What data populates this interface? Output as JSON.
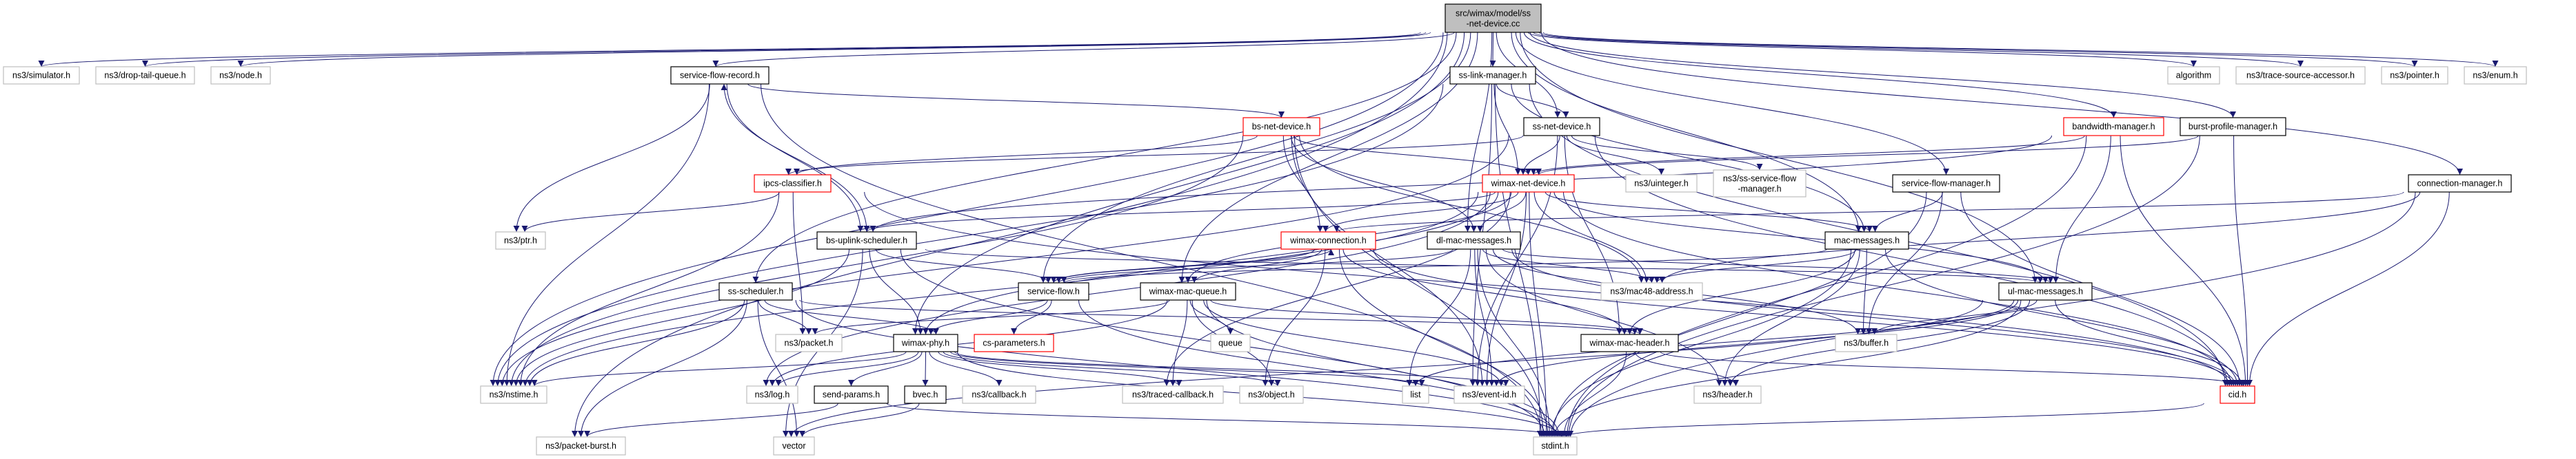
{
  "graph": {
    "edge_color": "#191970",
    "border_colors": {
      "root": "#000000",
      "documented": "#000000",
      "truncated": "#ff0000",
      "external": "#bfbfbf"
    },
    "root_fill": "#bfbfbf",
    "nodes": [
      {
        "id": "root",
        "label": "src/wimax/model/ss\n-net-device.cc",
        "kind": "root"
      },
      {
        "id": "simulator",
        "label": "ns3/simulator.h",
        "kind": "external"
      },
      {
        "id": "droptail",
        "label": "ns3/drop-tail-queue.h",
        "kind": "external"
      },
      {
        "id": "node",
        "label": "ns3/node.h",
        "kind": "external"
      },
      {
        "id": "sfr",
        "label": "service-flow-record.h",
        "kind": "documented"
      },
      {
        "id": "sslink",
        "label": "ss-link-manager.h",
        "kind": "documented"
      },
      {
        "id": "algorithm",
        "label": "algorithm",
        "kind": "external"
      },
      {
        "id": "tsa",
        "label": "ns3/trace-source-accessor.h",
        "kind": "external"
      },
      {
        "id": "pointer",
        "label": "ns3/pointer.h",
        "kind": "external"
      },
      {
        "id": "enum",
        "label": "ns3/enum.h",
        "kind": "external"
      },
      {
        "id": "bsnet",
        "label": "bs-net-device.h",
        "kind": "truncated"
      },
      {
        "id": "ssnet",
        "label": "ss-net-device.h",
        "kind": "documented"
      },
      {
        "id": "bwm",
        "label": "bandwidth-manager.h",
        "kind": "truncated"
      },
      {
        "id": "bpm",
        "label": "burst-profile-manager.h",
        "kind": "documented"
      },
      {
        "id": "ipcs",
        "label": "ipcs-classifier.h",
        "kind": "truncated"
      },
      {
        "id": "wnd",
        "label": "wimax-net-device.h",
        "kind": "truncated"
      },
      {
        "id": "uint",
        "label": "ns3/uinteger.h",
        "kind": "external"
      },
      {
        "id": "sssfm",
        "label": "ns3/ss-service-flow\n-manager.h",
        "kind": "external"
      },
      {
        "id": "sfm",
        "label": "service-flow-manager.h",
        "kind": "documented"
      },
      {
        "id": "connmgr",
        "label": "connection-manager.h",
        "kind": "documented"
      },
      {
        "id": "ptr",
        "label": "ns3/ptr.h",
        "kind": "external"
      },
      {
        "id": "bsus",
        "label": "bs-uplink-scheduler.h",
        "kind": "documented"
      },
      {
        "id": "wconn",
        "label": "wimax-connection.h",
        "kind": "truncated"
      },
      {
        "id": "dlmac",
        "label": "dl-mac-messages.h",
        "kind": "documented"
      },
      {
        "id": "macmsg",
        "label": "mac-messages.h",
        "kind": "documented"
      },
      {
        "id": "ssched",
        "label": "ss-scheduler.h",
        "kind": "documented"
      },
      {
        "id": "sf",
        "label": "service-flow.h",
        "kind": "documented"
      },
      {
        "id": "wmq",
        "label": "wimax-mac-queue.h",
        "kind": "documented"
      },
      {
        "id": "mac48",
        "label": "ns3/mac48-address.h",
        "kind": "external"
      },
      {
        "id": "ulmac",
        "label": "ul-mac-messages.h",
        "kind": "documented"
      },
      {
        "id": "packet",
        "label": "ns3/packet.h",
        "kind": "external"
      },
      {
        "id": "wphy",
        "label": "wimax-phy.h",
        "kind": "documented"
      },
      {
        "id": "csparam",
        "label": "cs-parameters.h",
        "kind": "truncated"
      },
      {
        "id": "queue",
        "label": "queue",
        "kind": "external"
      },
      {
        "id": "wmh",
        "label": "wimax-mac-header.h",
        "kind": "documented"
      },
      {
        "id": "buffer",
        "label": "ns3/buffer.h",
        "kind": "external"
      },
      {
        "id": "nstime",
        "label": "ns3/nstime.h",
        "kind": "external"
      },
      {
        "id": "log",
        "label": "ns3/log.h",
        "kind": "external"
      },
      {
        "id": "sendp",
        "label": "send-params.h",
        "kind": "documented"
      },
      {
        "id": "bvec",
        "label": "bvec.h",
        "kind": "documented"
      },
      {
        "id": "callback",
        "label": "ns3/callback.h",
        "kind": "external"
      },
      {
        "id": "tcb",
        "label": "ns3/traced-callback.h",
        "kind": "external"
      },
      {
        "id": "object",
        "label": "ns3/object.h",
        "kind": "external"
      },
      {
        "id": "list",
        "label": "list",
        "kind": "external"
      },
      {
        "id": "eventid",
        "label": "ns3/event-id.h",
        "kind": "external"
      },
      {
        "id": "header",
        "label": "ns3/header.h",
        "kind": "external"
      },
      {
        "id": "cid",
        "label": "cid.h",
        "kind": "truncated"
      },
      {
        "id": "pburst",
        "label": "ns3/packet-burst.h",
        "kind": "external"
      },
      {
        "id": "vector",
        "label": "vector",
        "kind": "external"
      },
      {
        "id": "stdint",
        "label": "stdint.h",
        "kind": "external"
      }
    ],
    "edges": [
      [
        "root",
        "simulator"
      ],
      [
        "root",
        "droptail"
      ],
      [
        "root",
        "node"
      ],
      [
        "root",
        "sfr"
      ],
      [
        "root",
        "sslink"
      ],
      [
        "root",
        "ssnet"
      ],
      [
        "root",
        "algorithm"
      ],
      [
        "root",
        "tsa"
      ],
      [
        "root",
        "pointer"
      ],
      [
        "root",
        "enum"
      ],
      [
        "root",
        "bwm"
      ],
      [
        "root",
        "bpm"
      ],
      [
        "root",
        "connmgr"
      ],
      [
        "root",
        "sfm"
      ],
      [
        "root",
        "dlmac"
      ],
      [
        "root",
        "macmsg"
      ],
      [
        "root",
        "ulmac"
      ],
      [
        "root",
        "ssched"
      ],
      [
        "root",
        "sf"
      ],
      [
        "root",
        "wmq"
      ],
      [
        "root",
        "wphy"
      ],
      [
        "root",
        "pburst"
      ],
      [
        "root",
        "nstime"
      ],
      [
        "sslink",
        "ssnet"
      ],
      [
        "sslink",
        "wnd"
      ],
      [
        "sslink",
        "macmsg"
      ],
      [
        "sslink",
        "nstime"
      ],
      [
        "sslink",
        "eventid"
      ],
      [
        "sslink",
        "cid"
      ],
      [
        "sslink",
        "stdint"
      ],
      [
        "ssnet",
        "wnd"
      ],
      [
        "ssnet",
        "ipcs"
      ],
      [
        "ssnet",
        "uint"
      ],
      [
        "ssnet",
        "sssfm"
      ],
      [
        "ssnet",
        "wmh"
      ],
      [
        "ssnet",
        "eventid"
      ],
      [
        "ssnet",
        "nstime"
      ],
      [
        "ssnet",
        "cid"
      ],
      [
        "sfr",
        "bsnet"
      ],
      [
        "sfr",
        "bsus"
      ],
      [
        "sfr",
        "ptr"
      ],
      [
        "sfr",
        "nstime"
      ],
      [
        "sfr",
        "stdint"
      ],
      [
        "bsnet",
        "wnd"
      ],
      [
        "bsnet",
        "ipcs"
      ],
      [
        "bsnet",
        "wconn"
      ],
      [
        "bsnet",
        "dlmac"
      ],
      [
        "bsnet",
        "mac48"
      ],
      [
        "bsnet",
        "nstime"
      ],
      [
        "bsnet",
        "eventid"
      ],
      [
        "bsnet",
        "stdint"
      ],
      [
        "bsus",
        "sfr"
      ],
      [
        "bsus",
        "wphy"
      ],
      [
        "bsus",
        "sf"
      ],
      [
        "bsus",
        "ulmac"
      ],
      [
        "bsus",
        "nstime"
      ],
      [
        "bsus",
        "vector"
      ],
      [
        "bsus",
        "stdint"
      ],
      [
        "ipcs",
        "packet"
      ],
      [
        "ipcs",
        "ptr"
      ],
      [
        "ipcs",
        "nstime"
      ],
      [
        "ipcs",
        "cid"
      ],
      [
        "wnd",
        "wconn"
      ],
      [
        "wnd",
        "dlmac"
      ],
      [
        "wnd",
        "mac48"
      ],
      [
        "wnd",
        "wphy"
      ],
      [
        "wnd",
        "macmsg"
      ],
      [
        "wnd",
        "cid"
      ],
      [
        "wnd",
        "tcb"
      ],
      [
        "wnd",
        "eventid"
      ],
      [
        "wnd",
        "wmq"
      ],
      [
        "wnd",
        "ulmac"
      ],
      [
        "wnd",
        "log"
      ],
      [
        "wnd",
        "nstime"
      ],
      [
        "wnd",
        "bsus"
      ],
      [
        "wnd",
        "stdint"
      ],
      [
        "wconn",
        "sf"
      ],
      [
        "wconn",
        "wmq"
      ],
      [
        "wconn",
        "wmh"
      ],
      [
        "wconn",
        "cid"
      ],
      [
        "wconn",
        "object"
      ],
      [
        "wconn",
        "stdint"
      ],
      [
        "dlmac",
        "mac48"
      ],
      [
        "dlmac",
        "list"
      ],
      [
        "dlmac",
        "eventid"
      ],
      [
        "dlmac",
        "stdint"
      ],
      [
        "dlmac",
        "header"
      ],
      [
        "dlmac",
        "buffer"
      ],
      [
        "dlmac",
        "cid"
      ],
      [
        "dlmac",
        "sf"
      ],
      [
        "dlmac",
        "ulmac"
      ],
      [
        "macmsg",
        "mac48"
      ],
      [
        "macmsg",
        "header"
      ],
      [
        "macmsg",
        "buffer"
      ],
      [
        "macmsg",
        "stdint"
      ],
      [
        "macmsg",
        "cid"
      ],
      [
        "macmsg",
        "sf"
      ],
      [
        "macmsg",
        "wmh"
      ],
      [
        "sfm",
        "macmsg"
      ],
      [
        "sfm",
        "buffer"
      ],
      [
        "sfm",
        "cid"
      ],
      [
        "sfm",
        "stdint"
      ],
      [
        "ulmac",
        "cid"
      ],
      [
        "ulmac",
        "stdint"
      ],
      [
        "ulmac",
        "header"
      ],
      [
        "ulmac",
        "buffer"
      ],
      [
        "ulmac",
        "list"
      ],
      [
        "ulmac",
        "eventid"
      ],
      [
        "ulmac",
        "vector"
      ],
      [
        "sf",
        "wphy"
      ],
      [
        "sf",
        "csparam"
      ],
      [
        "sf",
        "stdint"
      ],
      [
        "sf",
        "wconn"
      ],
      [
        "ssched",
        "packet"
      ],
      [
        "ssched",
        "wphy"
      ],
      [
        "ssched",
        "wmh"
      ],
      [
        "ssched",
        "nstime"
      ],
      [
        "ssched",
        "pburst"
      ],
      [
        "ssched",
        "stdint"
      ],
      [
        "ssched",
        "vector"
      ],
      [
        "wmq",
        "queue"
      ],
      [
        "wmq",
        "tcb"
      ],
      [
        "wmq",
        "object"
      ],
      [
        "wmq",
        "stdint"
      ],
      [
        "wmq",
        "packet"
      ],
      [
        "wmq",
        "wmh"
      ],
      [
        "wmq",
        "log"
      ],
      [
        "wmq",
        "eventid"
      ],
      [
        "wphy",
        "nstime"
      ],
      [
        "wphy",
        "log"
      ],
      [
        "wphy",
        "sendp"
      ],
      [
        "wphy",
        "bvec"
      ],
      [
        "wphy",
        "callback"
      ],
      [
        "wphy",
        "tcb"
      ],
      [
        "wphy",
        "object"
      ],
      [
        "wphy",
        "list"
      ],
      [
        "wphy",
        "eventid"
      ],
      [
        "wphy",
        "stdint"
      ],
      [
        "sendp",
        "pburst"
      ],
      [
        "sendp",
        "stdint"
      ],
      [
        "bvec",
        "vector"
      ],
      [
        "wmh",
        "header"
      ],
      [
        "wmh",
        "stdint"
      ],
      [
        "wmh",
        "cid"
      ],
      [
        "cid",
        "stdint"
      ],
      [
        "bwm",
        "wnd"
      ],
      [
        "bwm",
        "cid"
      ],
      [
        "bwm",
        "stdint"
      ],
      [
        "bwm",
        "ulmac"
      ],
      [
        "bwm",
        "bsus"
      ],
      [
        "bpm",
        "wnd"
      ],
      [
        "bpm",
        "cid"
      ],
      [
        "bpm",
        "stdint"
      ],
      [
        "connmgr",
        "wconn"
      ],
      [
        "connmgr",
        "cid"
      ],
      [
        "connmgr",
        "stdint"
      ],
      [
        "connmgr",
        "mac48"
      ]
    ]
  }
}
